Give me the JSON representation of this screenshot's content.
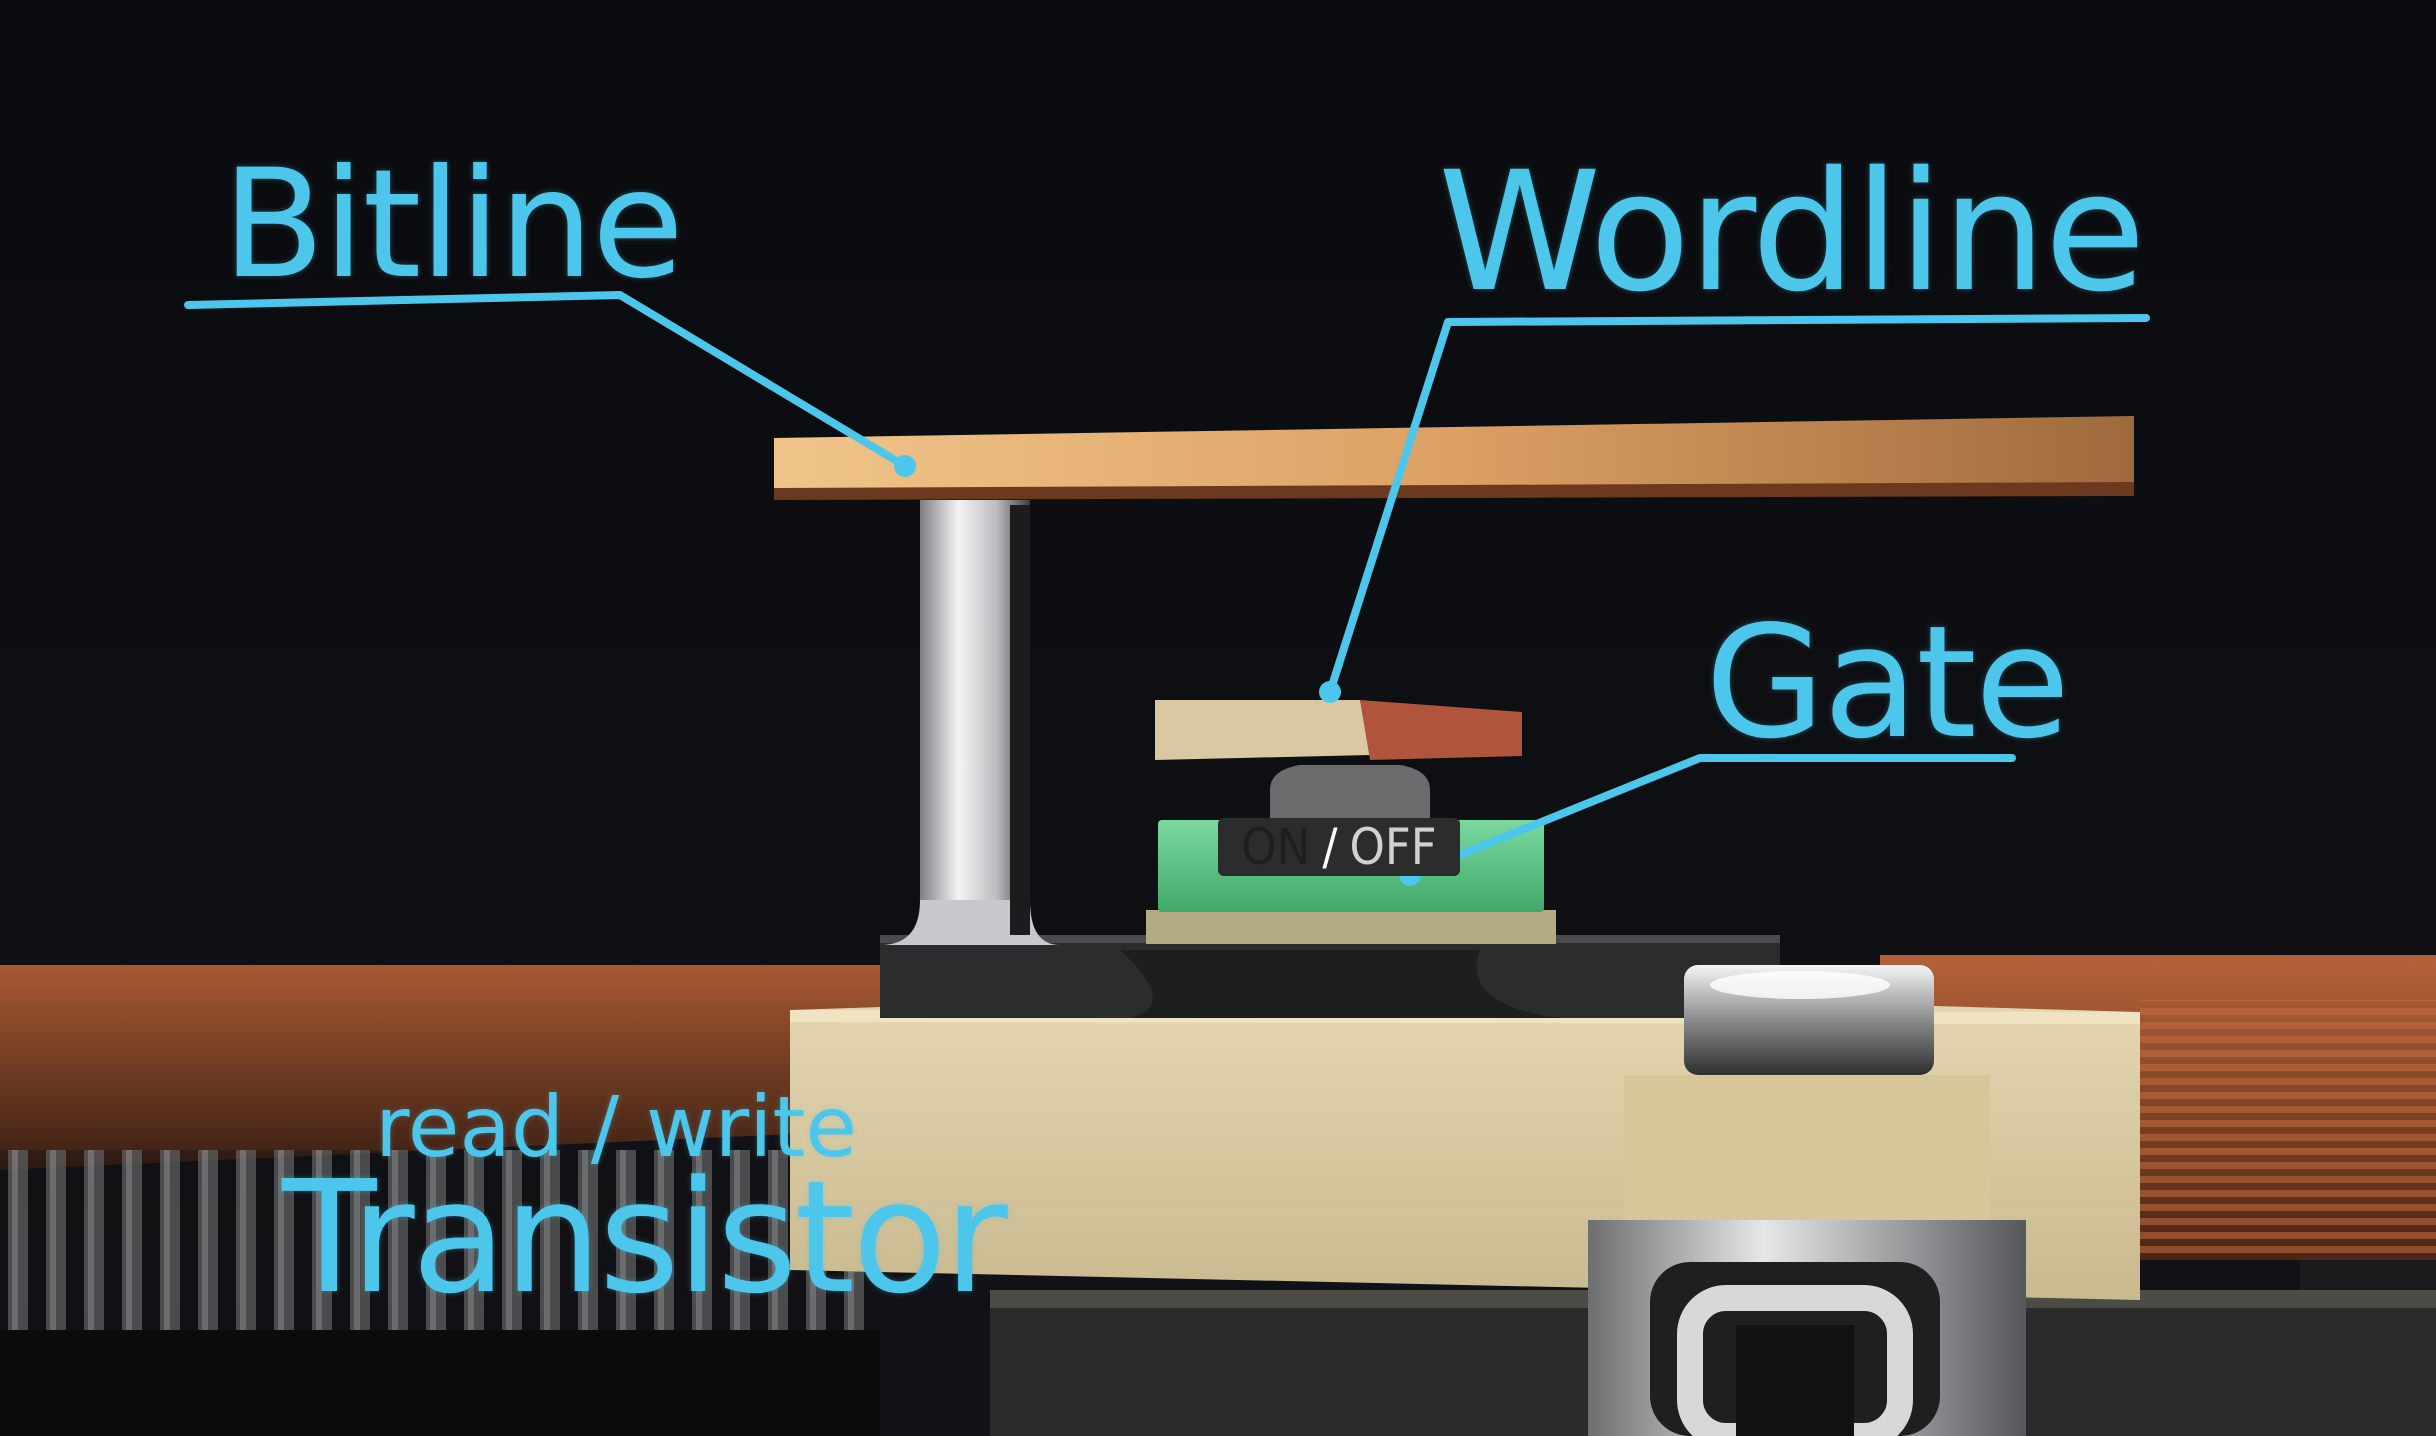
{
  "labels": {
    "bitline": "Bitline",
    "wordline": "Wordline",
    "gate": "Gate",
    "read_write": "read / write",
    "transistor": "Transistor"
  },
  "switch": {
    "on": "ON",
    "separator": "/",
    "off": "OFF"
  },
  "colors": {
    "label_cyan": "#4cc6ea",
    "background": "#0c0d10",
    "bitline_copper": "#d9a066",
    "substrate_beige": "#d8c9a2",
    "gate_green": "#5ec98a"
  }
}
